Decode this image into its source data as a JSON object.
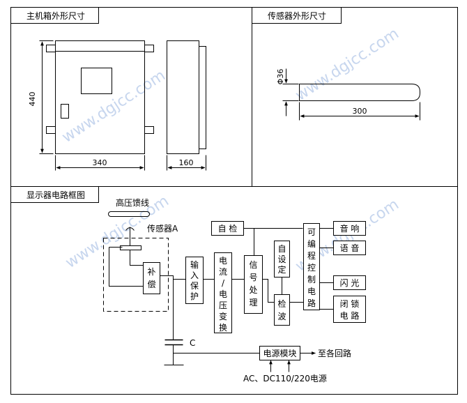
{
  "panels": {
    "cabinet_title": "主机箱外形尺寸",
    "sensor_title": "传感器外形尺寸",
    "circuit_title": "显示器电路框图"
  },
  "cabinet": {
    "height_dim": "440",
    "width_dim": "340",
    "depth_dim": "160"
  },
  "sensor": {
    "diameter_dim": "Φ36",
    "length_dim": "300"
  },
  "circuit": {
    "hv_line_label": "高压馈线",
    "sensor_a_label": "传感器A",
    "comp_box": [
      "补",
      "偿"
    ],
    "input_box": [
      "输",
      "入",
      "保",
      "护"
    ],
    "conv_box": [
      "电",
      "流",
      "/",
      "电",
      "压",
      "变",
      "换"
    ],
    "sig_box": [
      "信",
      "号",
      "处",
      "理"
    ],
    "selfcheck_box": "自 检",
    "setting_box": [
      "自",
      "设",
      "定"
    ],
    "detect_box": [
      "检",
      "波"
    ],
    "plc_box": [
      "可",
      "编",
      "程",
      "控",
      "制",
      "电",
      "路"
    ],
    "out_sound": "音 响",
    "out_voice": "语 音",
    "out_flash": "闪 光",
    "out_lock": [
      "闭 锁",
      "电 路"
    ],
    "capacitor_label": "C",
    "power_box": "电源模块",
    "to_loops": "至各回路",
    "power_input": "AC、DC110/220电源"
  },
  "watermark": "www.dgjcc.com"
}
